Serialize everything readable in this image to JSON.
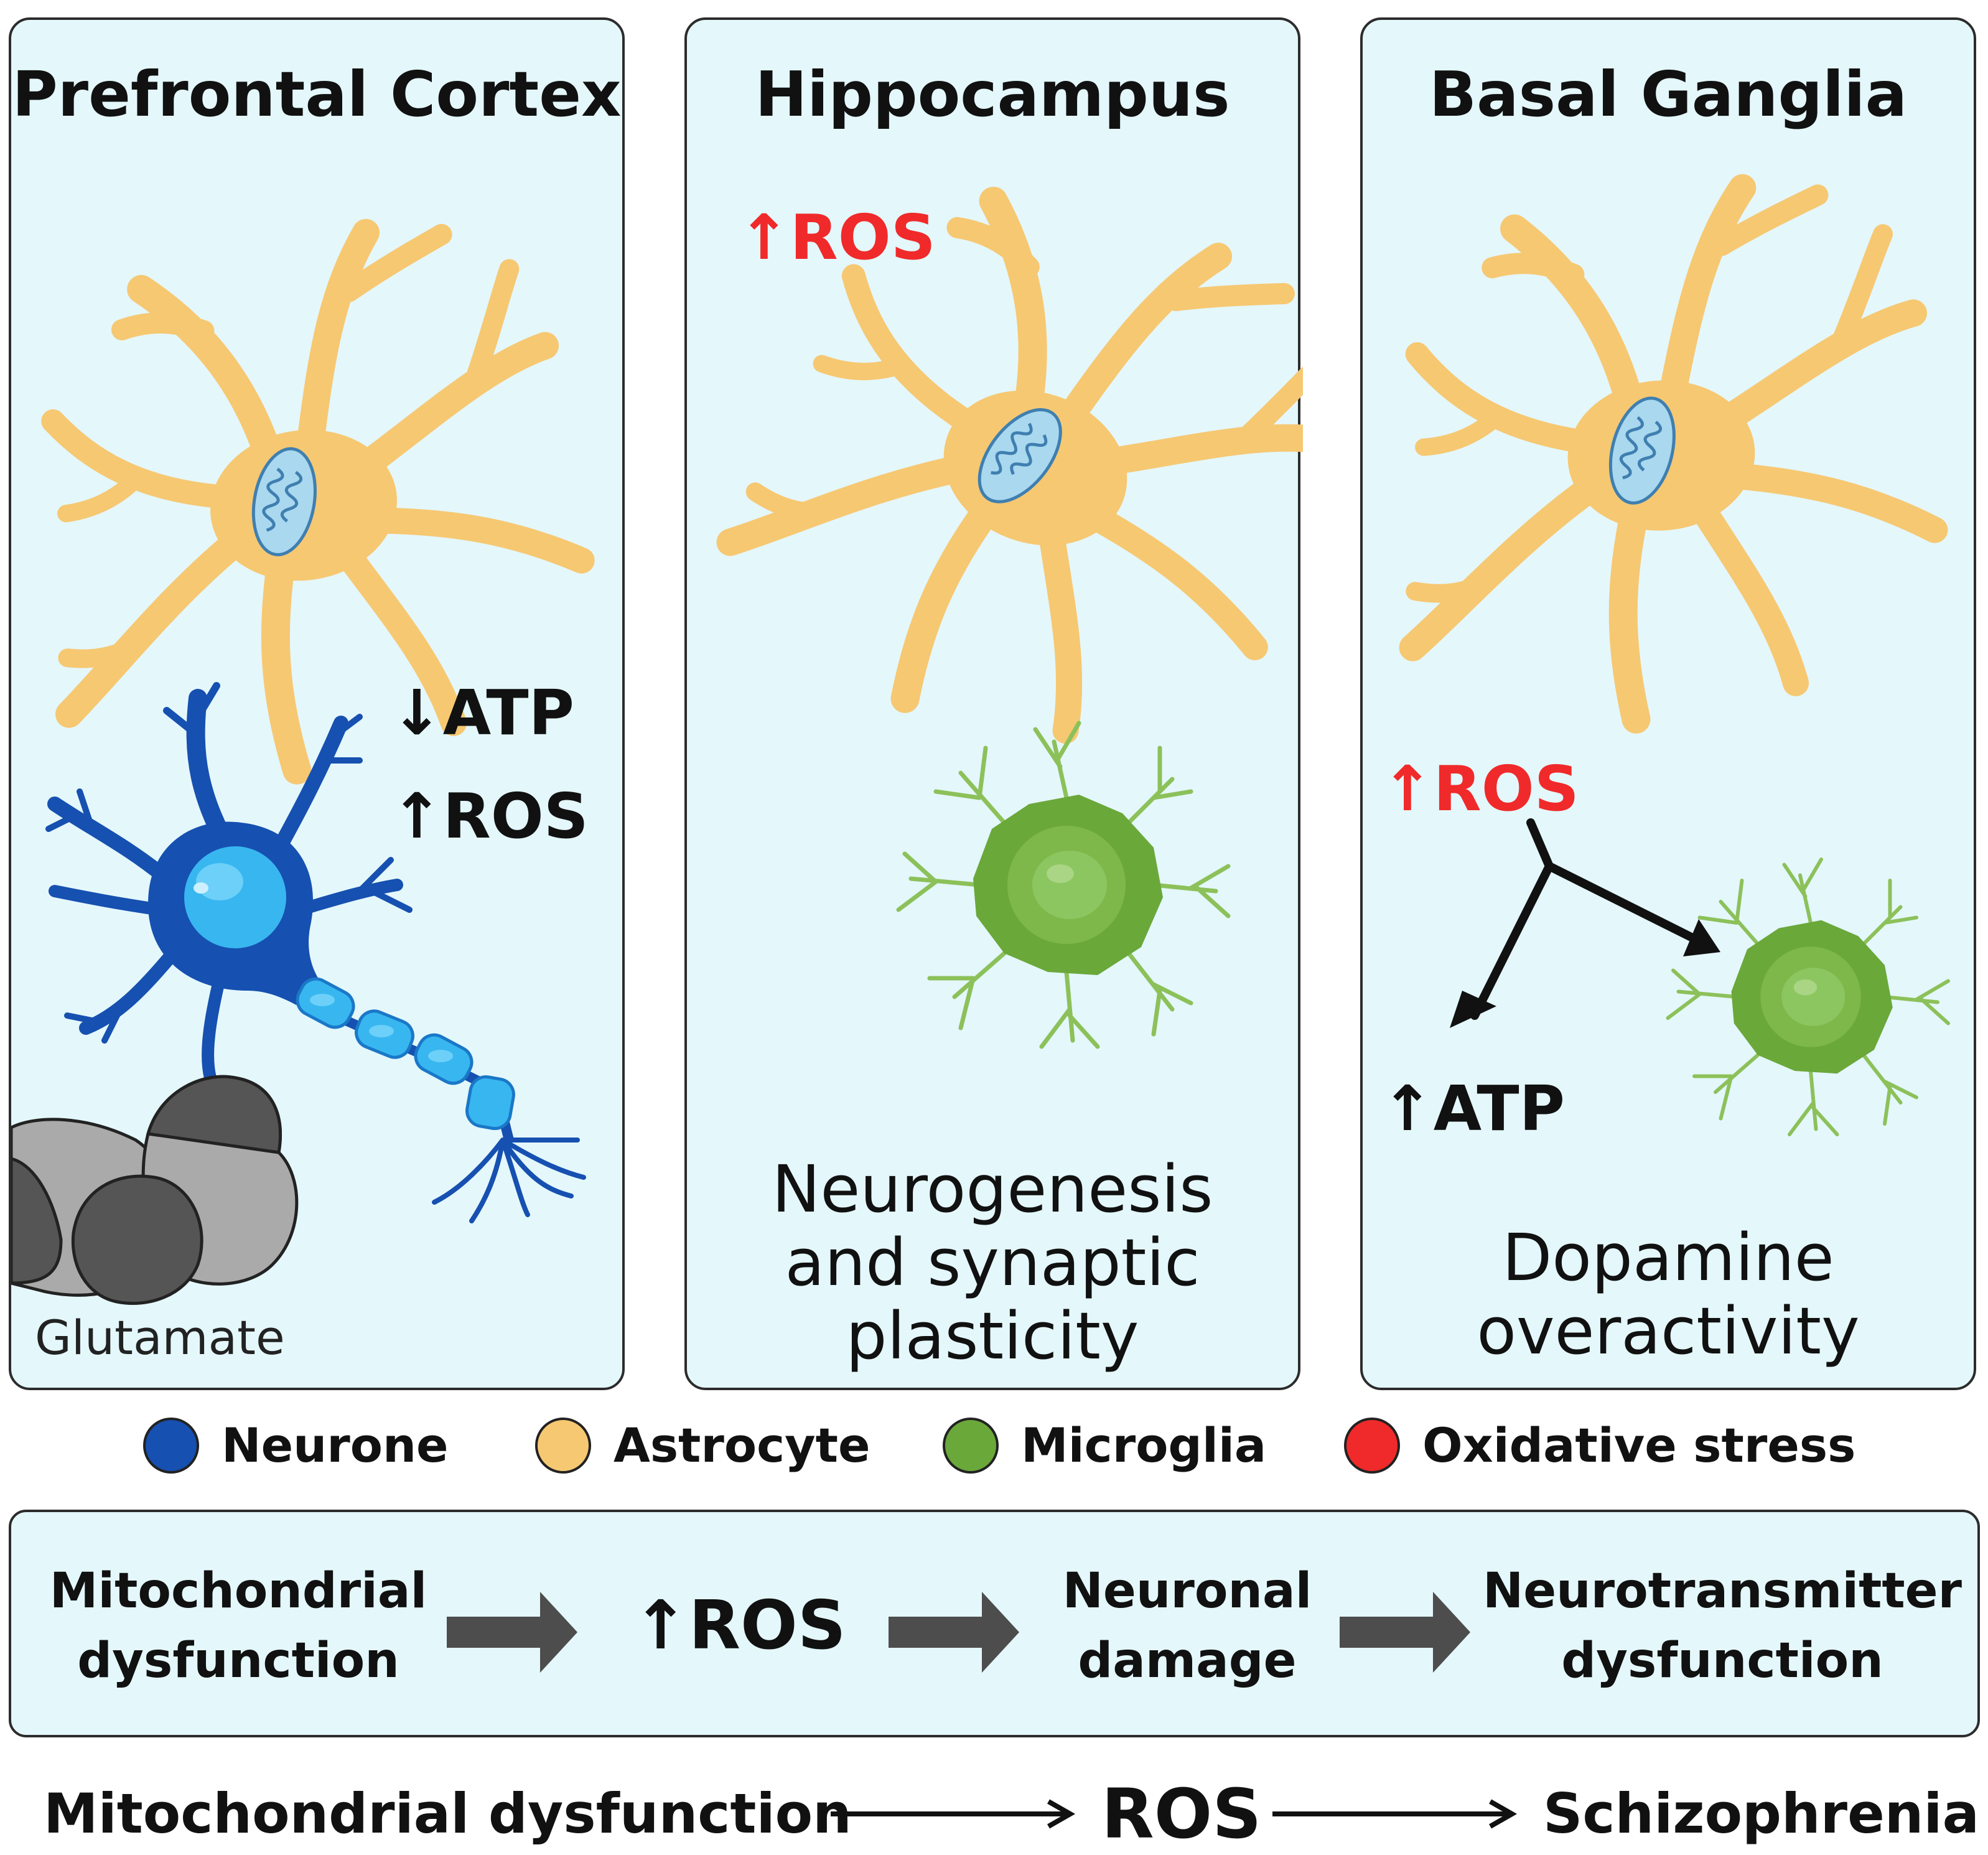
{
  "panels": [
    {
      "title": "Prefrontal Cortex",
      "labels": [
        "↓ATP",
        "↑ROS"
      ],
      "caption": "Glutamate"
    },
    {
      "title": "Hippocampus",
      "labels": [
        "↑ROS"
      ],
      "description": [
        "Neurogenesis",
        "and synaptic",
        "plasticity"
      ]
    },
    {
      "title": "Basal Ganglia",
      "labels": [
        "↑ROS",
        "↑ATP"
      ],
      "description": [
        "Dopamine",
        "overactivity"
      ]
    }
  ],
  "legend": [
    {
      "label": "Neurone",
      "color": "#1650b0"
    },
    {
      "label": "Astrocyte",
      "color": "#f6c872"
    },
    {
      "label": "Microglia",
      "color": "#6aa83a"
    },
    {
      "label": "Oxidative stress",
      "color": "#f02a2a"
    }
  ],
  "flow": {
    "steps": [
      [
        "Mitochondrial",
        "dysfunction"
      ],
      [
        "↑ROS"
      ],
      [
        "Neuronal",
        "damage"
      ],
      [
        "Neurotransmitter",
        "dysfunction"
      ]
    ]
  },
  "bottom_line": [
    "Mitochondrial dysfunction",
    "ROS",
    "Schizophrenia"
  ],
  "colors": {
    "panel_bg": "#e4f7fb",
    "astrocyte": "#f6c872",
    "neurone": "#1650b0",
    "neurone_nucleus": "#38b6f0",
    "microglia": "#6aa83a",
    "ros_red": "#f02a2a",
    "flow_arrow": "#4d4d4d"
  }
}
